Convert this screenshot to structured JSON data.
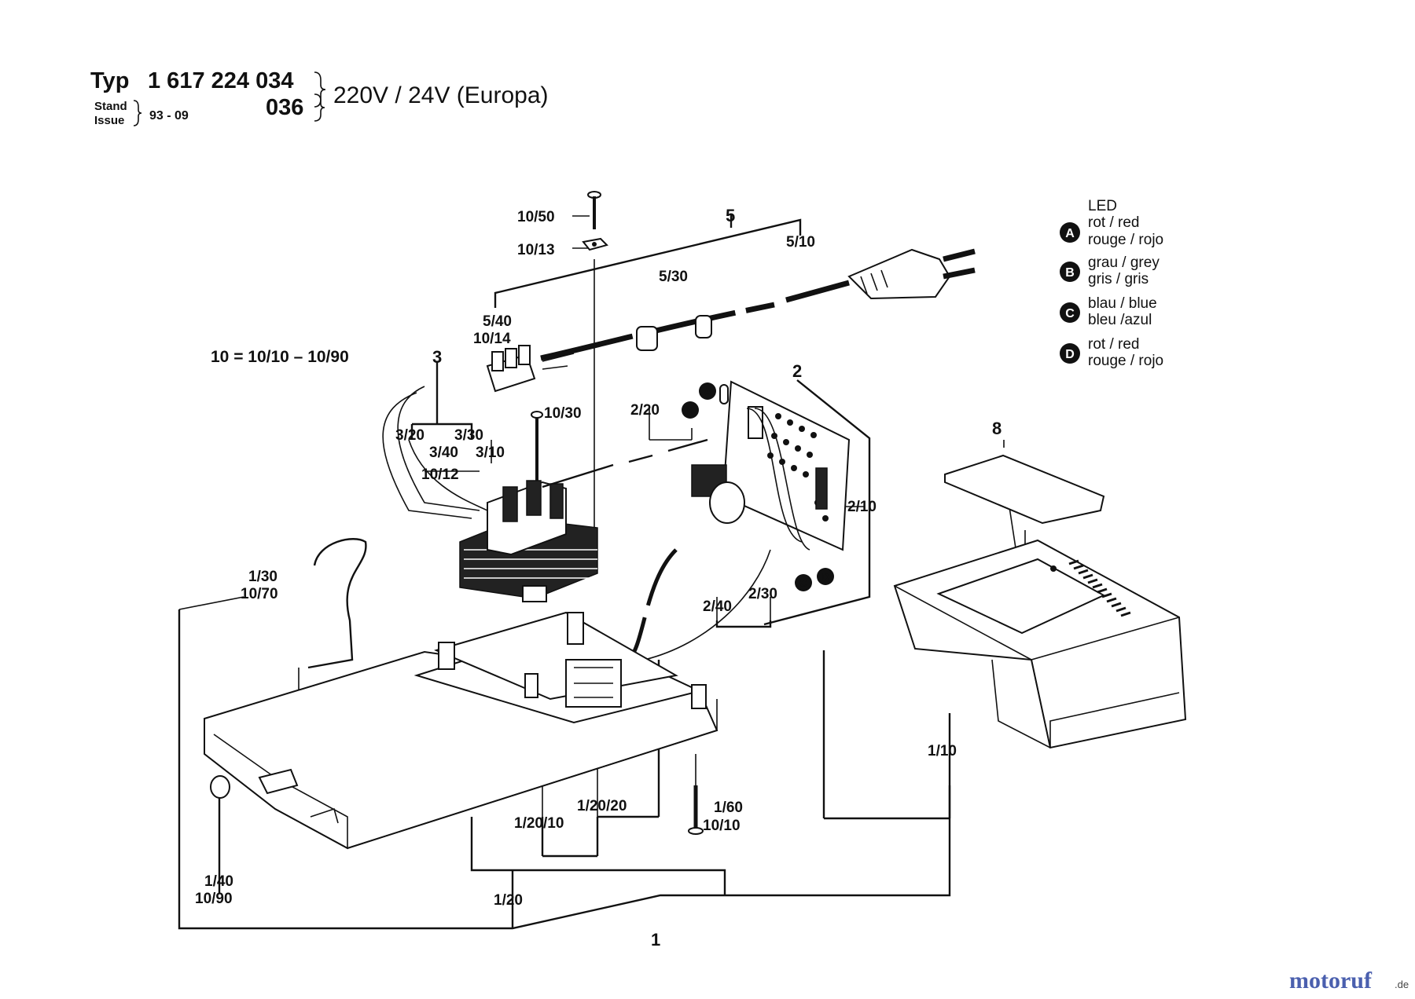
{
  "header": {
    "typ_label": "Typ",
    "typ_number": "1 617 224 034",
    "alt_suffix": "036",
    "voltage": "220V / 24V (Europa)",
    "stand_label": "Stand",
    "issue_label": "Issue",
    "issue_date": "93 - 09"
  },
  "formula": "10 = 10/10 – 10/90",
  "parts": {
    "p1": "1",
    "p1_10": "1/10",
    "p1_20": "1/20",
    "p1_20_10": "1/20/10",
    "p1_20_20": "1/20/20",
    "p1_30": "1/30",
    "p1_40": "1/40",
    "p1_60": "1/60",
    "p2": "2",
    "p2_10": "2/10",
    "p2_20": "2/20",
    "p2_30": "2/30",
    "p2_40": "2/40",
    "p3": "3",
    "p3_10": "3/10",
    "p3_20": "3/20",
    "p3_30": "3/30",
    "p3_40": "3/40",
    "p5": "5",
    "p5_10": "5/10",
    "p5_30": "5/30",
    "p5_40": "5/40",
    "p8": "8",
    "p10_10": "10/10",
    "p10_12": "10/12",
    "p10_13": "10/13",
    "p10_14": "10/14",
    "p10_30": "10/30",
    "p10_50": "10/50",
    "p10_70": "10/70",
    "p10_90": "10/90",
    "p10_90b": "10/90",
    "p10_10b": "10/10"
  },
  "legend": {
    "title": "LED",
    "items": [
      {
        "key": "A",
        "line1": "rot / red",
        "line2": "rouge / rojo"
      },
      {
        "key": "B",
        "line1": "grau / grey",
        "line2": "gris / gris"
      },
      {
        "key": "C",
        "line1": "blau / blue",
        "line2": "bleu /azul"
      },
      {
        "key": "D",
        "line1": "rot / red",
        "line2": "rouge / rojo"
      }
    ]
  },
  "watermark": {
    "brand": "motoruf",
    "tld": ".de"
  }
}
